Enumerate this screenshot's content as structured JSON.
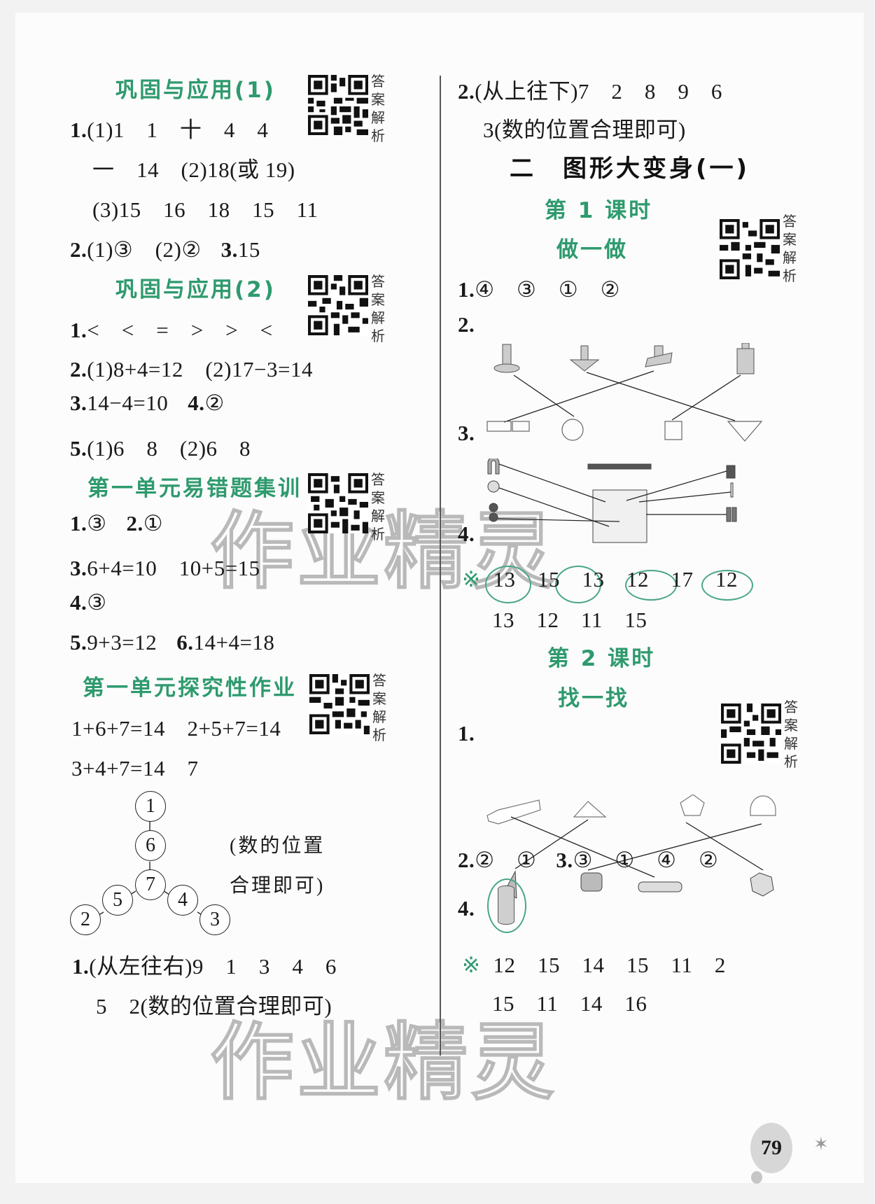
{
  "page_number": "79",
  "qr_label": "答案解析",
  "watermark": "作业精灵",
  "left": {
    "sec1": {
      "title": "巩固与应用(1)",
      "lines": [
        {
          "num": "1.",
          "text": "(1)1　1　十　4　4"
        },
        {
          "num": "",
          "text": "一　14　(2)18(或 19)"
        },
        {
          "num": "",
          "text": "(3)15　16　18　15　11"
        },
        {
          "num": "2.",
          "text": "(1)③　(2)②",
          "num2": "3.",
          "text2": "15"
        }
      ]
    },
    "sec2": {
      "title": "巩固与应用(2)",
      "lines": [
        {
          "num": "1.",
          "text": "<　<　=　>　>　<"
        },
        {
          "num": "2.",
          "text": "(1)8+4=12　(2)17−3=14"
        },
        {
          "num": "3.",
          "text": "14−4=10",
          "num2": "4.",
          "text2": "②"
        },
        {
          "num": "5.",
          "text": "(1)6　8　(2)6　8"
        }
      ]
    },
    "sec3": {
      "title": "第一单元易错题集训",
      "lines": [
        {
          "num": "1.",
          "text": "③",
          "num2": "2.",
          "text2": "①"
        },
        {
          "num": "3.",
          "text": "6+4=10　10+5=15"
        },
        {
          "num": "4.",
          "text": "③"
        },
        {
          "num": "5.",
          "text": "9+3=12",
          "num2": "6.",
          "text2": "14+4=18"
        }
      ]
    },
    "sec4": {
      "title": "第一单元探究性作业",
      "lines": [
        {
          "text": "1+6+7=14　2+5+7=14"
        },
        {
          "text": "3+4+7=14　7"
        }
      ],
      "diagram": {
        "nodes": [
          "1",
          "6",
          "7",
          "5",
          "2",
          "4",
          "3"
        ],
        "note_line1": "(数的位置",
        "note_line2": "合理即可)"
      },
      "q1_line1_num": "1.",
      "q1_line1": "(从左往右)9　1　3　4　6",
      "q1_line2": "5　2(数的位置合理即可)"
    }
  },
  "right": {
    "q2_line1_num": "2.",
    "q2_line1": "(从上往下)7　2　8　9　6",
    "q2_line2": "3(数的位置合理即可)",
    "chapter_title": "二　图形大变身(一)",
    "lesson1": {
      "title": "第 1 课时",
      "subtitle": "做一做",
      "q1_num": "1.",
      "q1": "④　③　①　②",
      "q2_num": "2.",
      "q3_num": "3.",
      "q4_num": "4.",
      "extra_mark": "※",
      "extra_line1": "13　15　13　12　17　12",
      "extra_line2": "13　12　11　15"
    },
    "lesson2": {
      "title": "第 2 课时",
      "subtitle": "找一找",
      "q1_num": "1.",
      "q2_num": "2.",
      "q2": "②　①",
      "q3_num": "3.",
      "q3": "③　①　④　②",
      "q4_num": "4.",
      "extra_mark": "※",
      "extra_line1": "12　15　14　15　11　2",
      "extra_line2": "15　11　14　16"
    }
  },
  "colors": {
    "heading_green": "#2e9a6e",
    "oval_green": "#4aa786",
    "page_bg": "#fcfcfc"
  }
}
